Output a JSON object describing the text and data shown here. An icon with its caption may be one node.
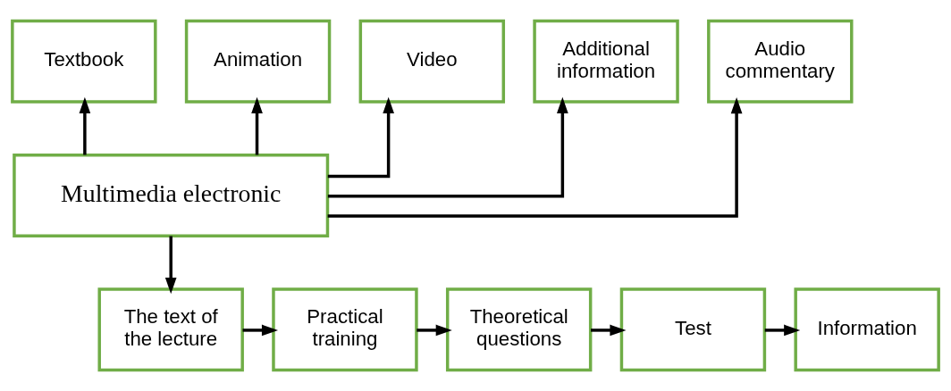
{
  "diagram": {
    "nodes": [
      {
        "text": [
          "Textbook"
        ]
      },
      {
        "text": [
          "Animation"
        ]
      },
      {
        "text": [
          "Video"
        ]
      },
      {
        "text": [
          "Additional information"
        ]
      },
      {
        "text": [
          "Audio commentary"
        ]
      },
      {
        "text": [
          "Multimedia electronic"
        ]
      },
      {
        "text": [
          "The text of the lecture"
        ]
      },
      {
        "text": [
          "Practical training"
        ]
      },
      {
        "text": [
          "Theoretical questions"
        ]
      },
      {
        "text": [
          "Test"
        ]
      },
      {
        "text": [
          "Information"
        ]
      }
    ],
    "edges": [
      {
        "from": 5,
        "to": 0,
        "arrow": "to"
      },
      {
        "from": 5,
        "to": 1,
        "arrow": "to"
      },
      {
        "from": 5,
        "to": 2,
        "arrow": "to"
      },
      {
        "from": 5,
        "to": 3,
        "arrow": "to"
      },
      {
        "from": 5,
        "to": 4,
        "arrow": "to"
      },
      {
        "from": 5,
        "to": 6,
        "arrow": "to"
      },
      {
        "from": 6,
        "to": 7,
        "arrow": "to"
      },
      {
        "from": 7,
        "to": 8,
        "arrow": "to"
      },
      {
        "from": 8,
        "to": 9,
        "arrow": "to"
      },
      {
        "from": 9,
        "to": 10,
        "arrow": "to"
      }
    ]
  }
}
